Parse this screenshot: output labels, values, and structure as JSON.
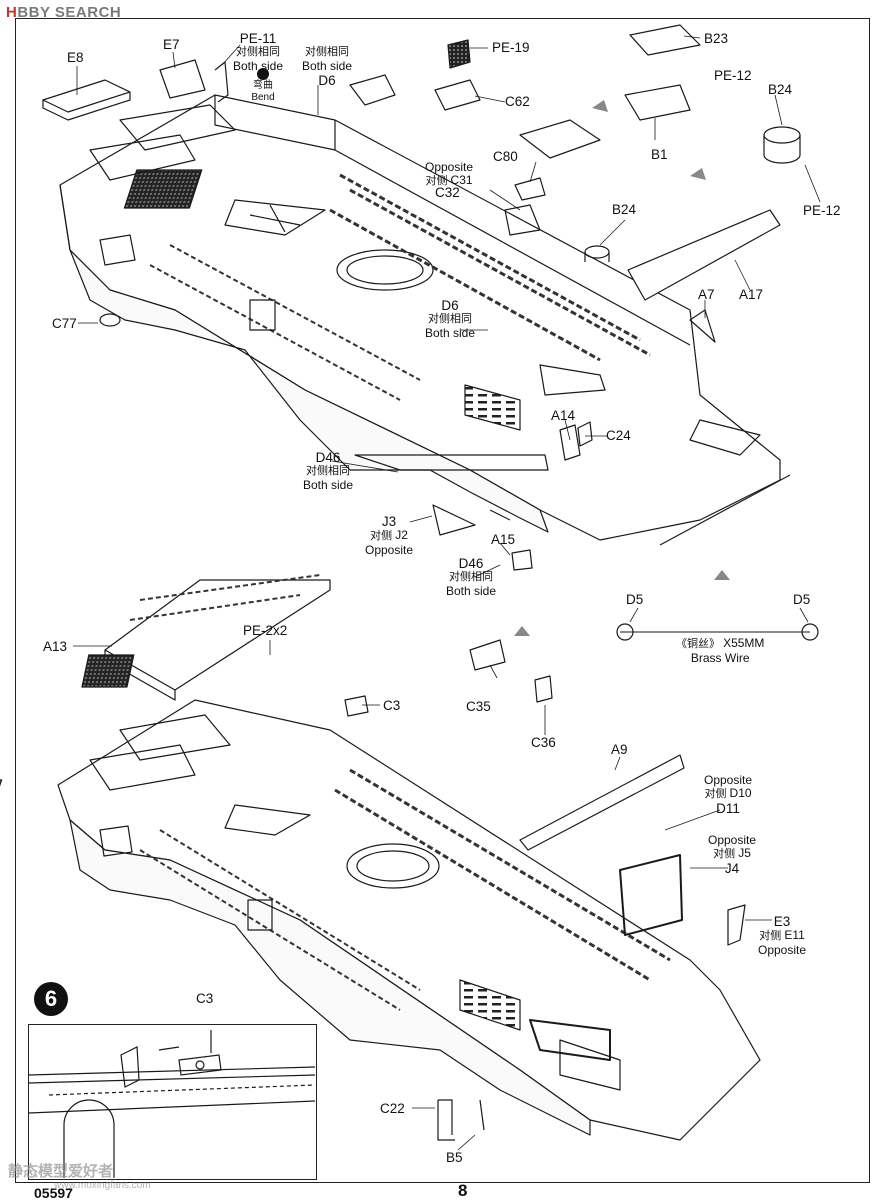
{
  "header": {
    "logo_a": "H",
    "logo_b": "BBY SEARCH"
  },
  "step": {
    "number": "6"
  },
  "footer": {
    "code": "05597",
    "page": "8"
  },
  "watermark": {
    "cn": "静态模型爱好者",
    "url": "www.moxingfans.com"
  },
  "labels": {
    "E8": "E8",
    "E7": "E7",
    "PE11": "PE-11",
    "both_cn": "对侧相同",
    "both_en": "Both side",
    "bend_cn": "弯曲",
    "bend_en": "Bend",
    "D6": "D6",
    "PE19": "PE-19",
    "C62": "C62",
    "B23": "B23",
    "B1": "B1",
    "PE12": "PE-12",
    "B24": "B24",
    "opposite_en": "Opposite",
    "opposite_cn": "对侧",
    "C31": "C31",
    "C80": "C80",
    "C32": "C32",
    "A17": "A17",
    "A7": "A7",
    "C77": "C77",
    "A14": "A14",
    "C24": "C24",
    "D46": "D46",
    "J3": "J3",
    "J2": "J2",
    "A15": "A15",
    "D5": "D5",
    "brass_cn": "《铜丝》",
    "brass_size": "X55MM",
    "brass_en": "Brass Wire",
    "A13": "A13",
    "PE2x2": "PE-2x2",
    "C3": "C3",
    "C35": "C35",
    "C36": "C36",
    "A9": "A9",
    "D10": "D10",
    "D11": "D11",
    "J5": "J5",
    "J4": "J4",
    "E3": "E3",
    "E11": "E11",
    "C22": "C22",
    "B5": "B5"
  },
  "colors": {
    "ink": "#111111",
    "logo_grey": "#7a7a7a",
    "logo_red": "#c0392b"
  }
}
